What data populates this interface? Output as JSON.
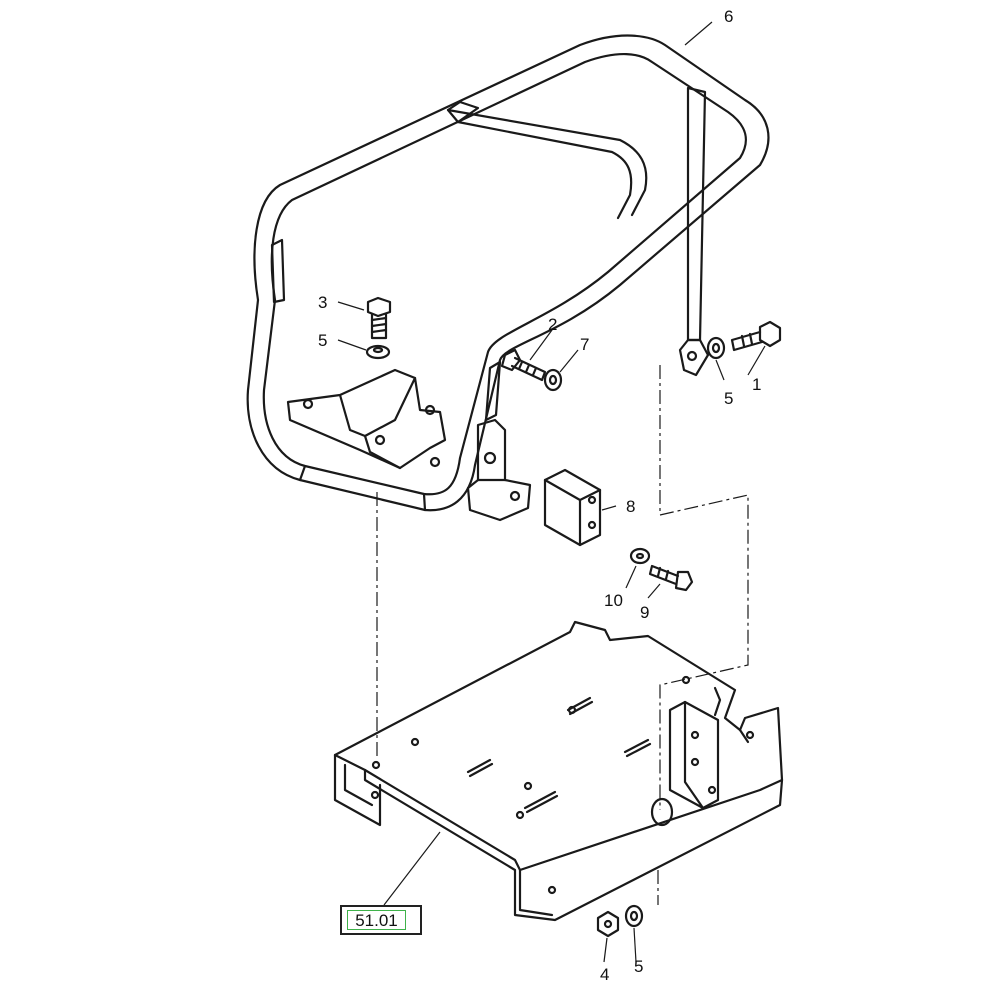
{
  "callouts": {
    "c1": "1",
    "c2": "2",
    "c3": "3",
    "c4": "4",
    "c5a": "5",
    "c5b": "5",
    "c5c": "5",
    "c6": "6",
    "c7": "7",
    "c8": "8",
    "c9": "9",
    "c10": "10"
  },
  "reference": {
    "label": "51.01"
  },
  "colors": {
    "line": "#1a1a1a",
    "reference_inner_border": "#3fb24a"
  }
}
